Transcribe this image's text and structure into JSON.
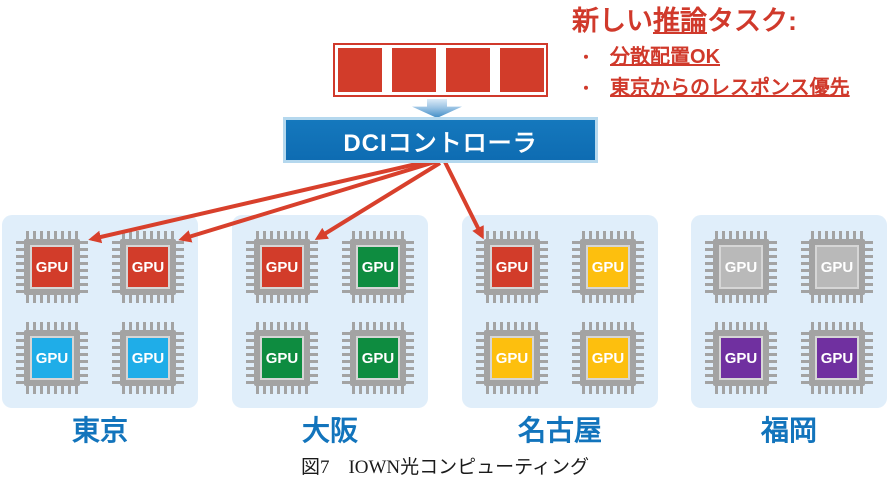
{
  "colors": {
    "accent_red": "#d8402c",
    "brand_blue": "#1274bc",
    "panel_blue": "#e0eefa",
    "chip_frame_gray": "#a3a3a3",
    "gpu_red": "#d23c2a",
    "gpu_cyan": "#1fade8",
    "gpu_green": "#0e8c40",
    "gpu_yellow": "#fdbf0e",
    "gpu_gray": "#b9b9b9",
    "gpu_purple": "#7030a0",
    "dci_box_blue": "#1173b9",
    "dci_border_blue": "#b5d8ee"
  },
  "annotation": {
    "title": {
      "prefix": "新しい",
      "emphasis": "推論",
      "suffix": "タスク:"
    },
    "bullet_char": "・",
    "bullets": [
      "分散配置OK",
      "東京からのレスポンス優先"
    ]
  },
  "task_box": {
    "square_count": 4,
    "square_color": "#d23c2a"
  },
  "controller": {
    "label": "DCIコントローラ"
  },
  "dispatch": {
    "from": "dci-controller",
    "targets": [
      "tokyo-gpu-1",
      "tokyo-gpu-2",
      "osaka-gpu-1",
      "nagoya-gpu-1"
    ]
  },
  "regions": [
    {
      "name": "東京",
      "gpus": [
        {
          "label": "GPU",
          "color": "#d23c2a",
          "targeted": true
        },
        {
          "label": "GPU",
          "color": "#d23c2a",
          "targeted": true
        },
        {
          "label": "GPU",
          "color": "#1fade8",
          "targeted": false
        },
        {
          "label": "GPU",
          "color": "#1fade8",
          "targeted": false
        }
      ]
    },
    {
      "name": "大阪",
      "gpus": [
        {
          "label": "GPU",
          "color": "#d23c2a",
          "targeted": true
        },
        {
          "label": "GPU",
          "color": "#0e8c40",
          "targeted": false
        },
        {
          "label": "GPU",
          "color": "#0e8c40",
          "targeted": false
        },
        {
          "label": "GPU",
          "color": "#0e8c40",
          "targeted": false
        }
      ]
    },
    {
      "name": "名古屋",
      "gpus": [
        {
          "label": "GPU",
          "color": "#d23c2a",
          "targeted": true
        },
        {
          "label": "GPU",
          "color": "#fdbf0e",
          "targeted": false
        },
        {
          "label": "GPU",
          "color": "#fdbf0e",
          "targeted": false
        },
        {
          "label": "GPU",
          "color": "#fdbf0e",
          "targeted": false
        }
      ]
    },
    {
      "name": "福岡",
      "gpus": [
        {
          "label": "GPU",
          "color": "#b9b9b9",
          "targeted": false
        },
        {
          "label": "GPU",
          "color": "#b9b9b9",
          "targeted": false
        },
        {
          "label": "GPU",
          "color": "#7030a0",
          "targeted": false
        },
        {
          "label": "GPU",
          "color": "#7030a0",
          "targeted": false
        }
      ]
    }
  ],
  "caption": "図7　IOWN光コンピューティング"
}
